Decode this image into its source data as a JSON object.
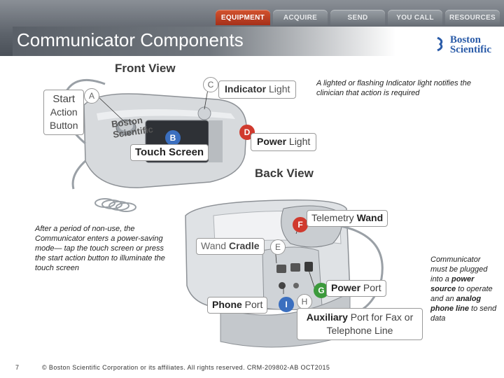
{
  "nav": {
    "tabs": [
      {
        "label": "EQUIPMENT",
        "active": true
      },
      {
        "label": "ACQUIRE",
        "active": false
      },
      {
        "label": "SEND",
        "active": false
      },
      {
        "label": "YOU CALL",
        "active": false
      },
      {
        "label": "RESOURCES",
        "active": false
      }
    ]
  },
  "header": {
    "title": "Communicator Components",
    "logo_line1": "Boston",
    "logo_line2": "Scientific"
  },
  "front": {
    "section_title": "Front View",
    "start_label_bold": "Start",
    "start_label_rest": "Action\nButton",
    "badge_a": "A",
    "badge_b": "B",
    "touch_screen": "Touch Screen",
    "badge_c": "C",
    "indicator_bold": "Indicator",
    "indicator_rest": " Light",
    "indicator_note": "A lighted or flashing Indicator light notifies the clinician that action is required",
    "badge_d": "D",
    "power_bold": "Power",
    "power_rest": " Light",
    "device_brand": "Boston\nScientific"
  },
  "back": {
    "section_title": "Back View",
    "badge_f": "F",
    "telemetry_rest": "Telemetry ",
    "telemetry_bold": "Wand",
    "wand_cradle_rest": "Wand ",
    "wand_cradle_bold": "Cradle",
    "badge_e": "E",
    "phone_bold": "Phone",
    "phone_rest": " Port",
    "badge_i": "I",
    "badge_g": "G",
    "power_port_bold": "Power",
    "power_port_rest": " Port",
    "badge_h": "H",
    "aux_bold": "Auxiliary",
    "aux_rest": " Port for Fax or Telephone Line"
  },
  "notes": {
    "power_saving": "After a period of non-use, the Communicator enters a power-saving mode— tap the touch screen or press the start action button to illuminate the touch screen",
    "power_saving_emph": "tap the touch screen",
    "plug_note_1": "Communicator must be plugged into a ",
    "plug_note_bold1": "power source",
    "plug_note_2": " to operate and an ",
    "plug_note_bold2": "analog phone line",
    "plug_note_3": " to send data"
  },
  "footer": {
    "page_number": "7",
    "copyright": "© Boston Scientific Corporation or its affiliates.  All rights reserved.   CRM-209802-AB OCT2015"
  }
}
